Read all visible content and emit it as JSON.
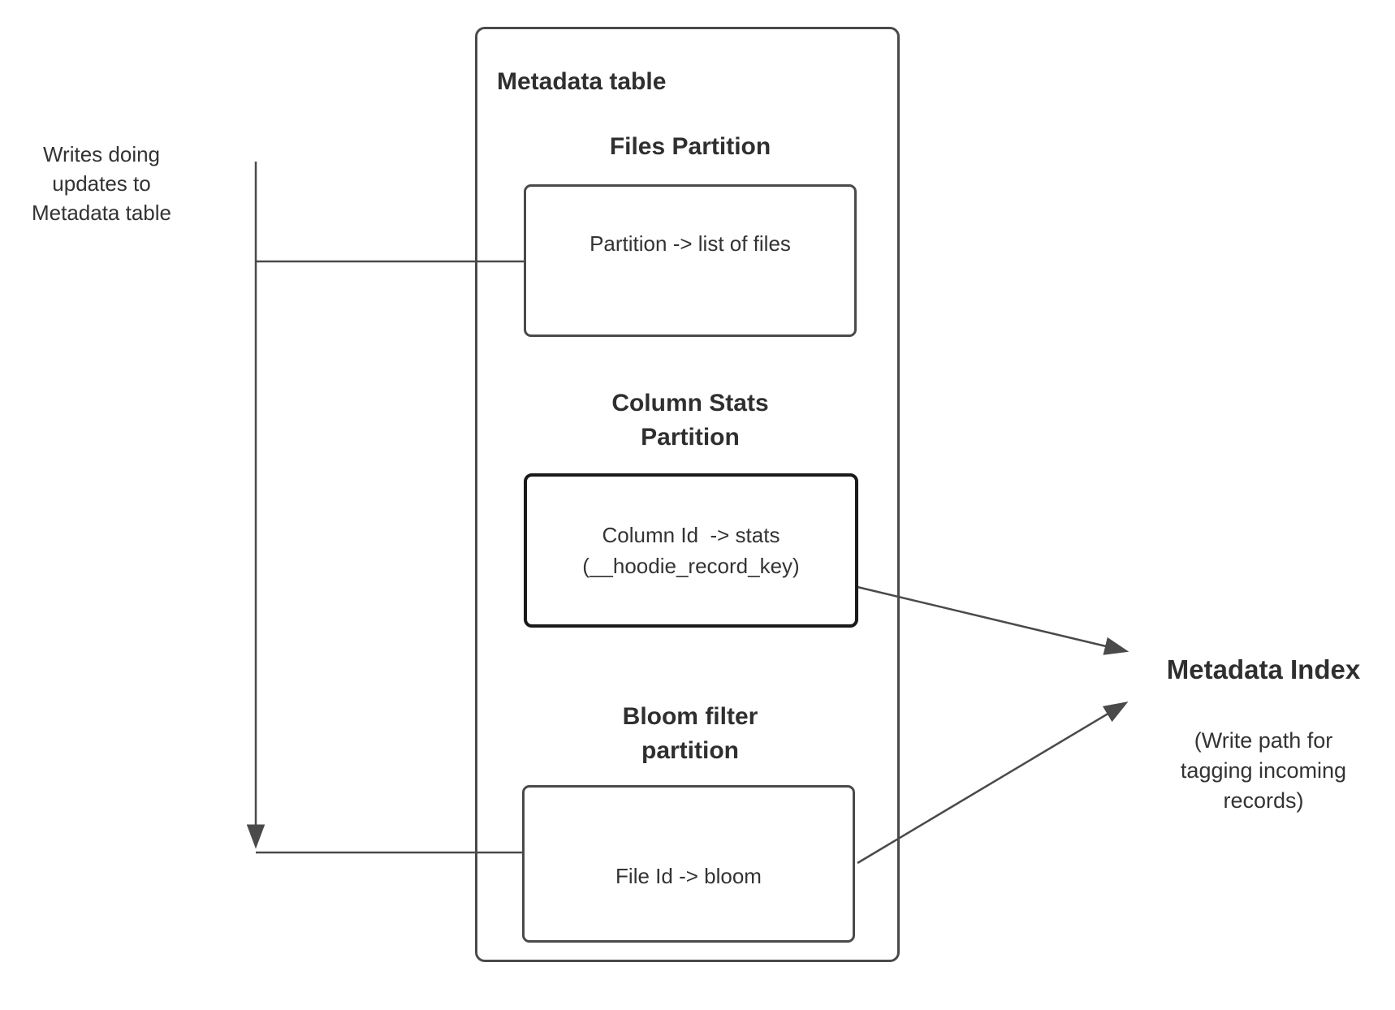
{
  "left_label": {
    "lines": [
      "Writes doing",
      "updates to",
      "Metadata table"
    ]
  },
  "metadata_table": {
    "title": "Metadata table",
    "files_partition": {
      "heading_lines": [
        "Files Partition"
      ],
      "content_lines": [
        "Partition -> list of files"
      ]
    },
    "column_stats_partition": {
      "heading_lines": [
        "Column Stats",
        "Partition"
      ],
      "content_lines": [
        "Column Id  -> stats",
        "(__hoodie_record_key)"
      ]
    },
    "bloom_filter_partition": {
      "heading_lines": [
        "Bloom filter",
        "partition"
      ],
      "content_lines": [
        "File Id -> bloom"
      ]
    }
  },
  "metadata_index": {
    "title": "Metadata Index",
    "subtitle_lines": [
      "(Write path for",
      "tagging incoming",
      "records)"
    ]
  },
  "colors": {
    "line": "#4a4a4a",
    "text": "#333333",
    "stats_box_border": "#1a1a1a"
  }
}
